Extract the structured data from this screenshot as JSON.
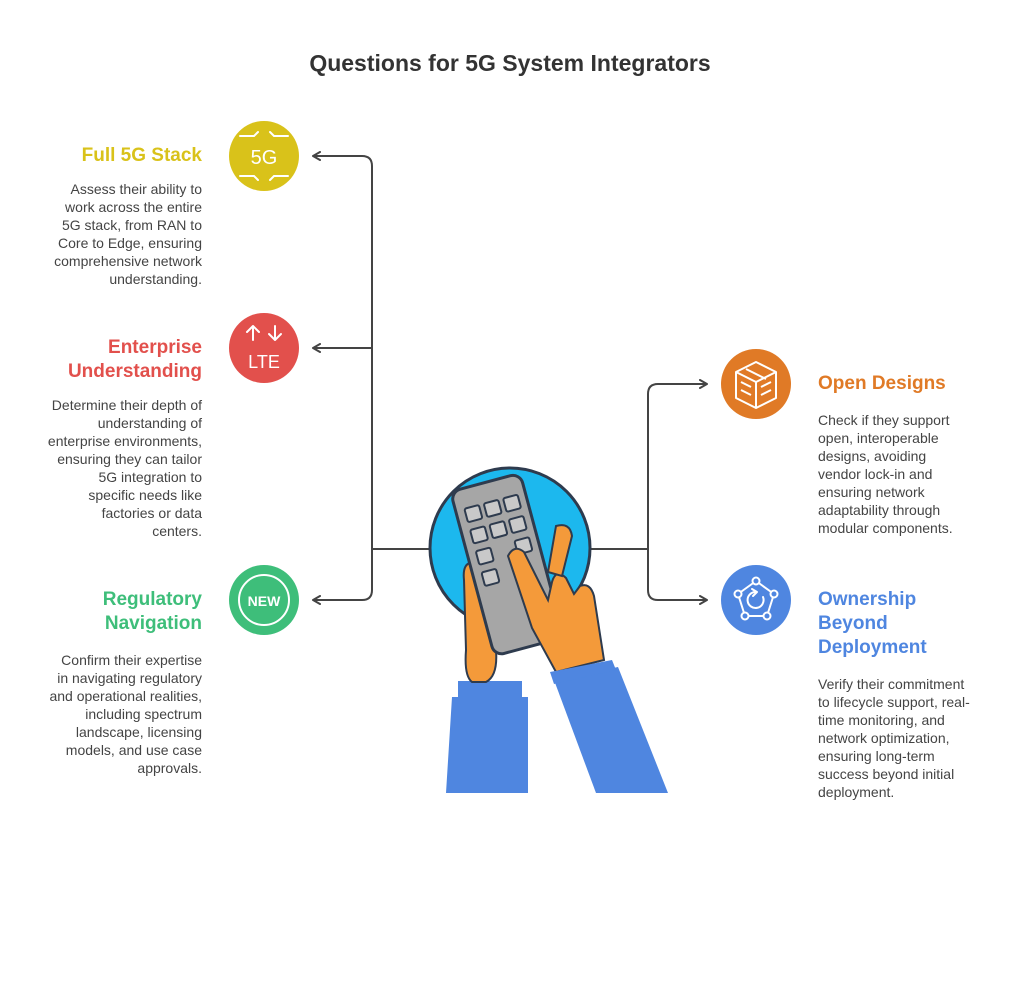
{
  "title": "Questions for 5G System Integrators",
  "colors": {
    "yellow": "#D9C21A",
    "red": "#E2504C",
    "green": "#3EBE7A",
    "orange": "#E07A26",
    "blue": "#4F86E0",
    "line": "#444444"
  },
  "items": [
    {
      "heading": "Full 5G Stack",
      "description": "Assess their ability to\nwork across the entire\n5G stack, from RAN to\nCore to Edge, ensuring\ncomprehensive network\nunderstanding.",
      "icon": "5g-icon",
      "icon_text": "5G"
    },
    {
      "heading": "Enterprise\nUnderstanding",
      "description": "Determine their depth of\nunderstanding of\nenterprise environments,\nensuring they can tailor\n5G integration to\nspecific needs like\nfactories or data\ncenters.",
      "icon": "lte-icon",
      "icon_text": "LTE"
    },
    {
      "heading": "Regulatory\nNavigation",
      "description": "Confirm their expertise\nin navigating regulatory\nand operational realities,\nincluding spectrum\nlandscape, licensing\nmodels, and use case\napprovals.",
      "icon": "new-badge-icon",
      "icon_text": "NEW"
    },
    {
      "heading": "Open Designs",
      "description": "Check if they support\nopen, interoperable\ndesigns, avoiding\nvendor lock-in and\nensuring network\nadaptability through\nmodular components.",
      "icon": "cube-icon"
    },
    {
      "heading": "Ownership\nBeyond\nDeployment",
      "description": "Verify their commitment\nto lifecycle support, real-\ntime monitoring, and\nnetwork optimization,\nensuring long-term\nsuccess beyond initial\ndeployment.",
      "icon": "lifecycle-icon"
    }
  ],
  "center_icon": "hand-phone-icon"
}
